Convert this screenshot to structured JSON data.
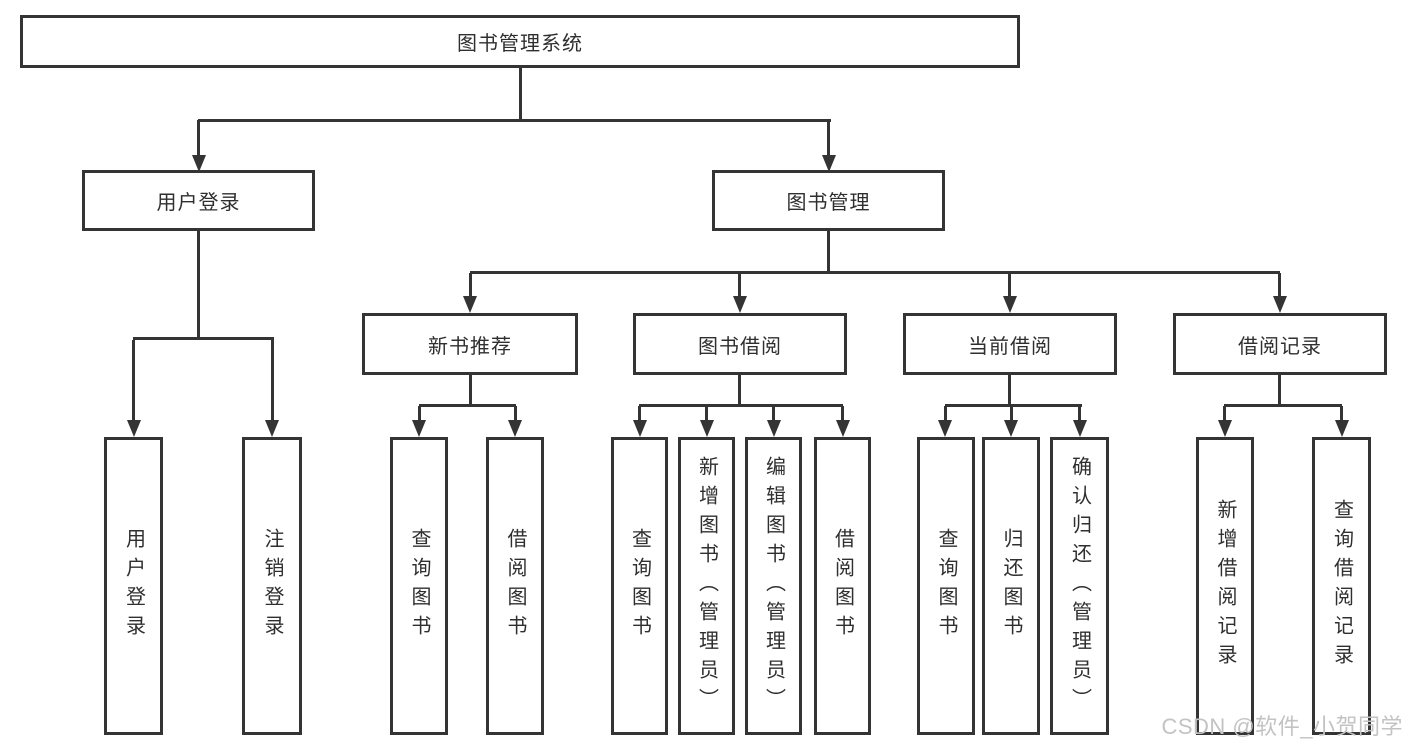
{
  "tree": {
    "root": {
      "label": "图书管理系统"
    },
    "children": [
      {
        "label": "用户登录",
        "children": [
          {
            "label": "用户登录"
          },
          {
            "label": "注销登录"
          }
        ]
      },
      {
        "label": "图书管理",
        "children": [
          {
            "label": "新书推荐",
            "children": [
              {
                "label": "查询图书"
              },
              {
                "label": "借阅图书"
              }
            ]
          },
          {
            "label": "图书借阅",
            "children": [
              {
                "label": "查询图书"
              },
              {
                "label": "新增图书（管理员）"
              },
              {
                "label": "编辑图书（管理员）"
              },
              {
                "label": "借阅图书"
              }
            ]
          },
          {
            "label": "当前借阅",
            "children": [
              {
                "label": "查询图书"
              },
              {
                "label": "归还图书"
              },
              {
                "label": "确认归还（管理员）"
              }
            ]
          },
          {
            "label": "借阅记录",
            "children": [
              {
                "label": "新增借阅记录"
              },
              {
                "label": "查询借阅记录"
              }
            ]
          }
        ]
      }
    ]
  },
  "watermark": "CSDN @软件_小贺同学",
  "colors": {
    "line": "#343434",
    "text": "#2f2f2f",
    "background": "#ffffff",
    "watermark": "#c3c3c3"
  }
}
